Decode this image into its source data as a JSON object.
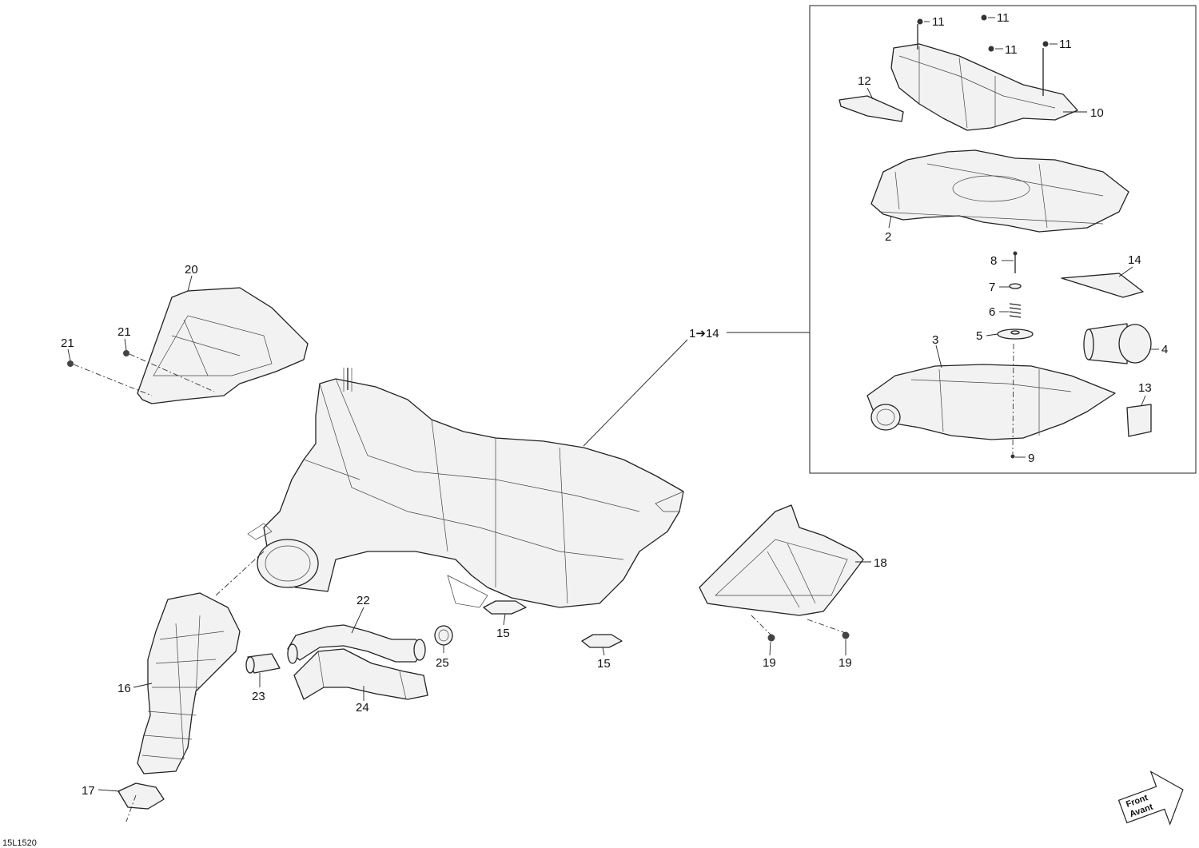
{
  "diagram_code": "15L1520",
  "group_label": "1➔14",
  "callouts": {
    "c1": "11",
    "c2": "11",
    "c3": "11",
    "c4": "11",
    "c5": "12",
    "c6": "10",
    "c7": "2",
    "c8": "8",
    "c9": "14",
    "c10": "7",
    "c11": "6",
    "c12": "5",
    "c13": "3",
    "c14": "4",
    "c15": "13",
    "c16": "9",
    "c17": "20",
    "c18": "21",
    "c19": "21",
    "c20": "18",
    "c21": "22",
    "c22": "15",
    "c23": "15",
    "c24": "25",
    "c25": "19",
    "c26": "19",
    "c27": "16",
    "c28": "23",
    "c29": "24",
    "c30": "17"
  },
  "direction_arrow": {
    "line1": "Front",
    "line2": "Avant"
  }
}
